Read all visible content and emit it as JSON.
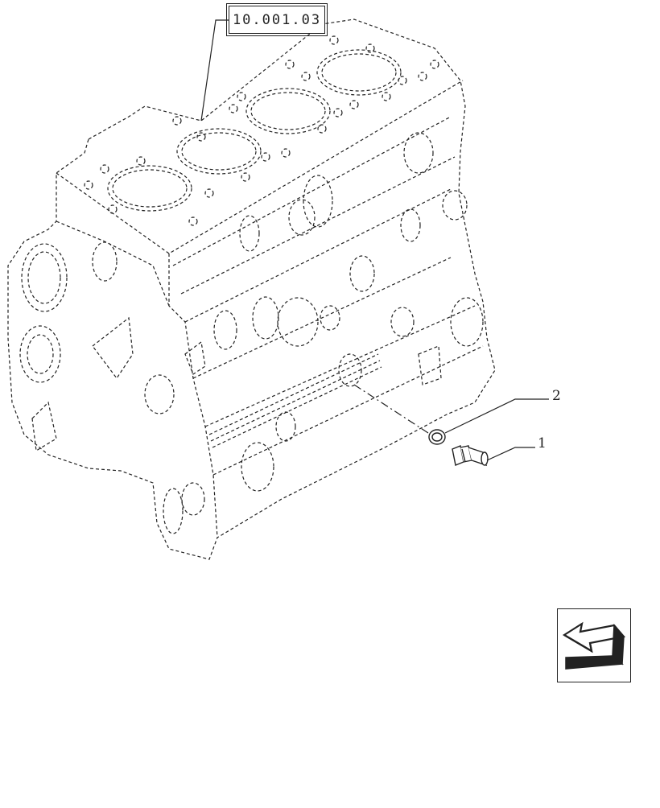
{
  "reference_label": "10.001.03",
  "callouts": [
    {
      "id": "1",
      "label": "1"
    },
    {
      "id": "2",
      "label": "2"
    }
  ],
  "icons": {
    "nav": "previous-page-arrow-icon"
  },
  "colors": {
    "line": "#222222",
    "background": "#ffffff"
  }
}
